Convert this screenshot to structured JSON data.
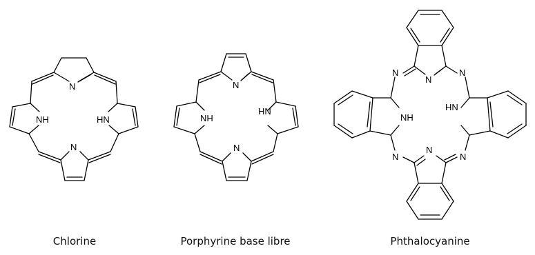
{
  "molecules": [
    {
      "name": "Chlorine",
      "atom_labels": [
        "N",
        "NH",
        "HN",
        "N"
      ]
    },
    {
      "name": "Porphyrine base libre",
      "atom_labels": [
        "N",
        "NH",
        "HN",
        "N"
      ]
    },
    {
      "name": "Phthalocyanine",
      "atom_labels": [
        "N",
        "N",
        "N",
        "N",
        "N",
        "N",
        "NH",
        "HN"
      ]
    }
  ],
  "colors": {
    "bond": "#000000",
    "text": "#111111",
    "background": "#ffffff"
  }
}
